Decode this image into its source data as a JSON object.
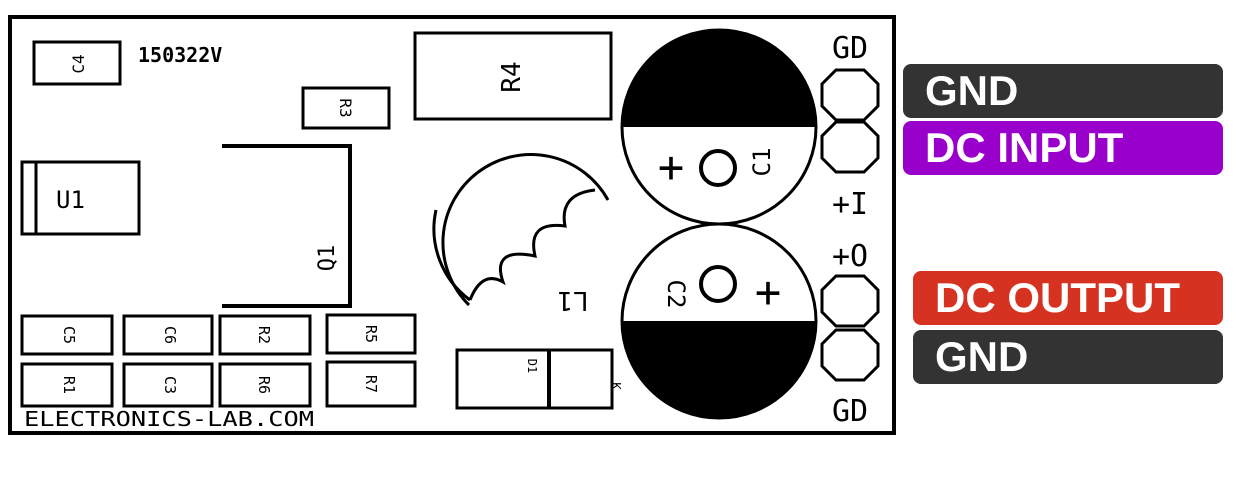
{
  "board": {
    "date_code": "150322V",
    "footer": "ELECTRONICS-LAB.COM",
    "components": {
      "c4": "C4",
      "r3": "R3",
      "r4": "R4",
      "u1": "U1",
      "q1": "Q1",
      "c1": "C1",
      "c2": "C2",
      "l1": "L1",
      "d1": "D1",
      "r1": "R1",
      "r2": "R2",
      "r5": "R5",
      "r6": "R6",
      "r7": "R7",
      "c3": "C3",
      "c5": "C5",
      "c6": "C6",
      "c1_polarity": "+",
      "c2_polarity": "+",
      "d1_cathode": "K"
    },
    "pin_labels": {
      "top_gd": "GD",
      "input": "+I",
      "output": "+O",
      "bottom_gd": "GD"
    }
  },
  "legend": {
    "gnd_top": "GND",
    "dc_input": "DC INPUT",
    "dc_output": "DC OUTPUT",
    "gnd_bottom": "GND"
  },
  "colors": {
    "gnd": "#333333",
    "dc_input": "#9900cc",
    "dc_output": "#d63222"
  }
}
